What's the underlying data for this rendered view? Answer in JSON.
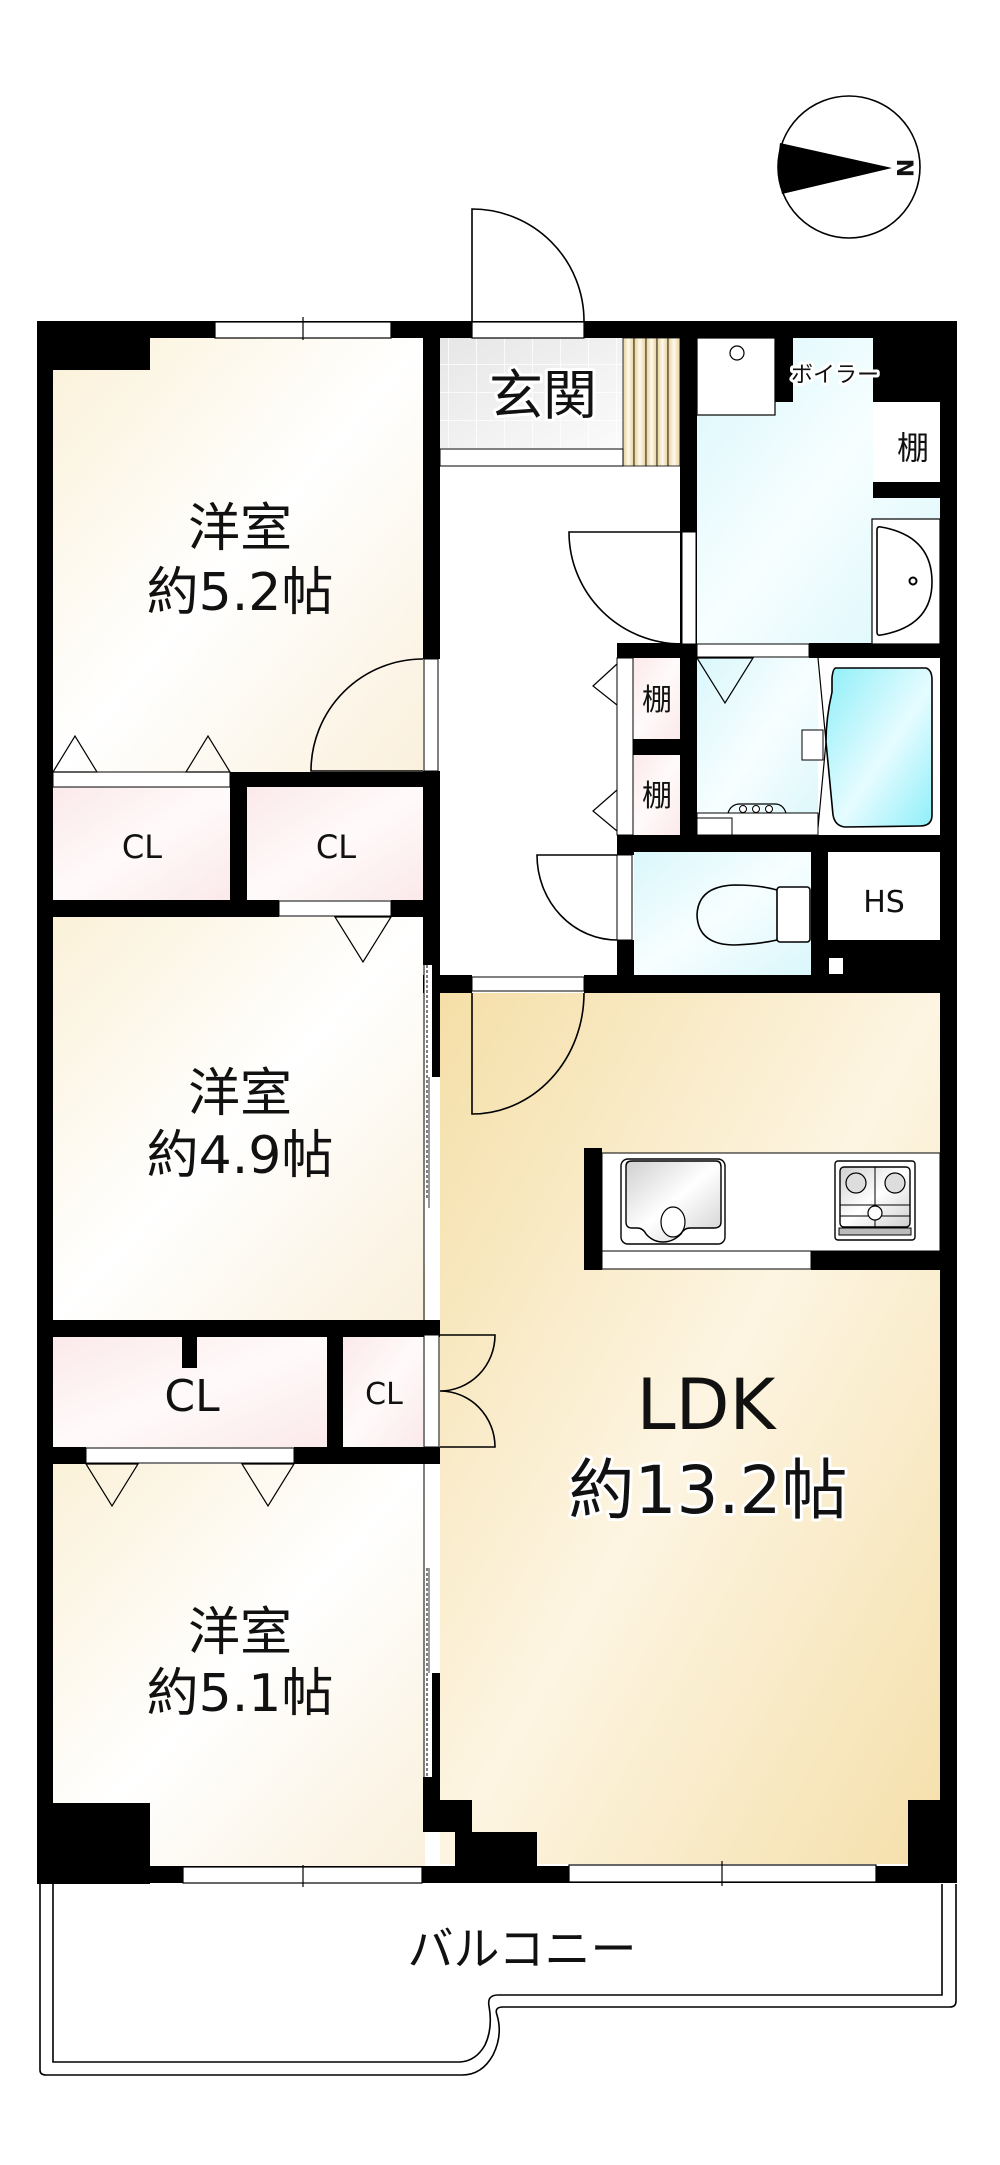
{
  "floorplan": {
    "compass": {
      "north_label": "N"
    },
    "entrance": {
      "label": "玄関"
    },
    "rooms": [
      {
        "id": "western-room-1",
        "name": "洋室",
        "size": "約5.2帖"
      },
      {
        "id": "western-room-2",
        "name": "洋室",
        "size": "約4.9帖"
      },
      {
        "id": "western-room-3",
        "name": "洋室",
        "size": "約5.1帖"
      },
      {
        "id": "ldk",
        "name": "LDK",
        "size": "約13.2帖"
      }
    ],
    "closets": [
      "CL",
      "CL",
      "CL",
      "CL"
    ],
    "shelves": [
      "棚",
      "棚",
      "棚"
    ],
    "boiler": "ボイラー",
    "hs": "HS",
    "balcony": "バルコニー"
  },
  "colors": {
    "wall": "#000000",
    "room": "#fbf3de",
    "ldk": "#f5e0ac",
    "closet": "#fceeee",
    "wet": "#dff9fc",
    "genkan": "#e9e9e9",
    "tub": "#8ef0f8"
  }
}
